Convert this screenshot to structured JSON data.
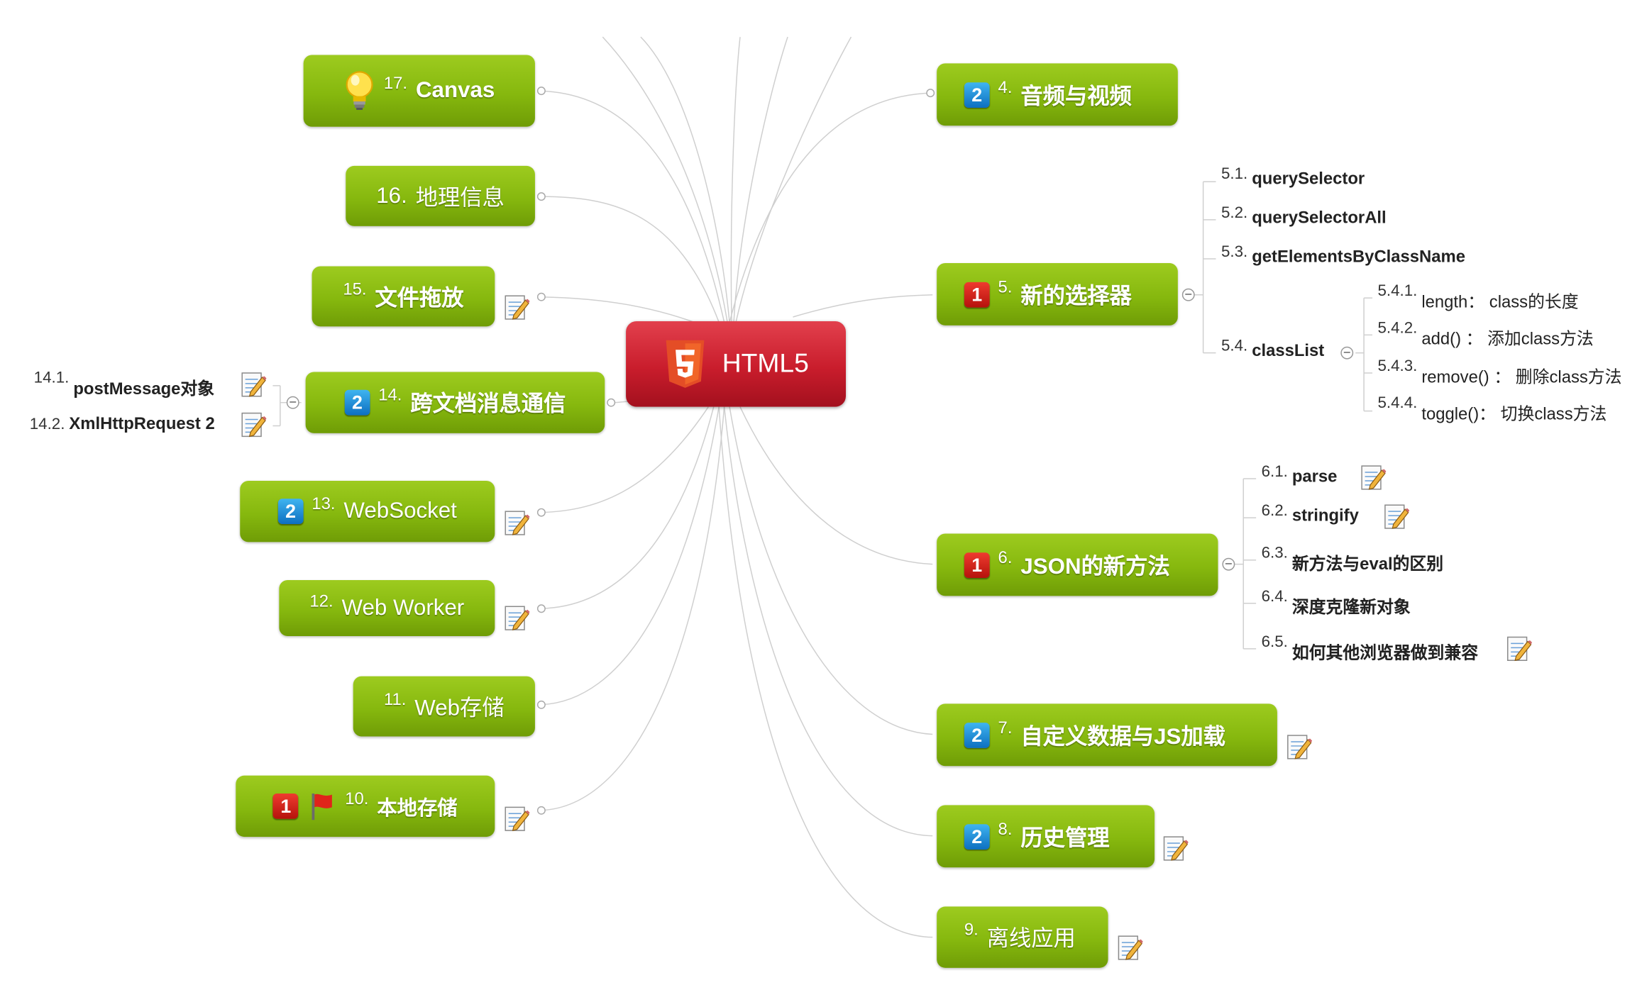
{
  "center": {
    "label": "HTML5",
    "icon": "html5-logo-icon"
  },
  "right_topics": [
    {
      "num": "4.",
      "label": "音频与视频",
      "priority": "2"
    },
    {
      "num": "5.",
      "label": "新的选择器",
      "priority": "1"
    },
    {
      "num": "6.",
      "label": "JSON的新方法",
      "priority": "1"
    },
    {
      "num": "7.",
      "label": "自定义数据与JS加载",
      "priority": "2"
    },
    {
      "num": "8.",
      "label": "历史管理",
      "priority": "2"
    },
    {
      "num": "9.",
      "label": "离线应用"
    }
  ],
  "left_topics": [
    {
      "num": "17.",
      "label": "Canvas",
      "icon": "lightbulb-icon"
    },
    {
      "num": "16.",
      "label": "地理信息"
    },
    {
      "num": "15.",
      "label": "文件拖放"
    },
    {
      "num": "14.",
      "label": "跨文档消息通信",
      "priority": "2"
    },
    {
      "num": "13.",
      "label": "WebSocket",
      "priority": "2"
    },
    {
      "num": "12.",
      "label": "Web Worker"
    },
    {
      "num": "11.",
      "label": "Web存储"
    },
    {
      "num": "10.",
      "label": "本地存储",
      "priority": "1",
      "icon": "red-flag-icon"
    }
  ],
  "topic5_children": [
    {
      "num": "5.1.",
      "label": "querySelector"
    },
    {
      "num": "5.2.",
      "label": "querySelectorAll"
    },
    {
      "num": "5.3.",
      "label": "getElementsByClassName"
    },
    {
      "num": "5.4.",
      "label": "classList"
    }
  ],
  "classlist_children": [
    {
      "num": "5.4.1.",
      "label": "length： class的长度"
    },
    {
      "num": "5.4.2.",
      "label": "add() ： 添加class方法"
    },
    {
      "num": "5.4.3.",
      "label": "remove() ： 删除class方法"
    },
    {
      "num": "5.4.4.",
      "label": "toggle()： 切换class方法"
    }
  ],
  "topic6_children": [
    {
      "num": "6.1.",
      "label": "parse"
    },
    {
      "num": "6.2.",
      "label": "stringify"
    },
    {
      "num": "6.3.",
      "label": "新方法与eval的区别"
    },
    {
      "num": "6.4.",
      "label": "深度克隆新对象"
    },
    {
      "num": "6.5.",
      "label": "如何其他浏览器做到兼容"
    }
  ],
  "topic14_children": [
    {
      "num": "14.1.",
      "label": "postMessage对象"
    },
    {
      "num": "14.2.",
      "label": "XmlHttpRequest 2"
    }
  ],
  "colors": {
    "topic_green": "#86b80e",
    "center_red": "#c91d2c",
    "html5_orange": "#e44d26",
    "line_gray": "#cccccc"
  }
}
